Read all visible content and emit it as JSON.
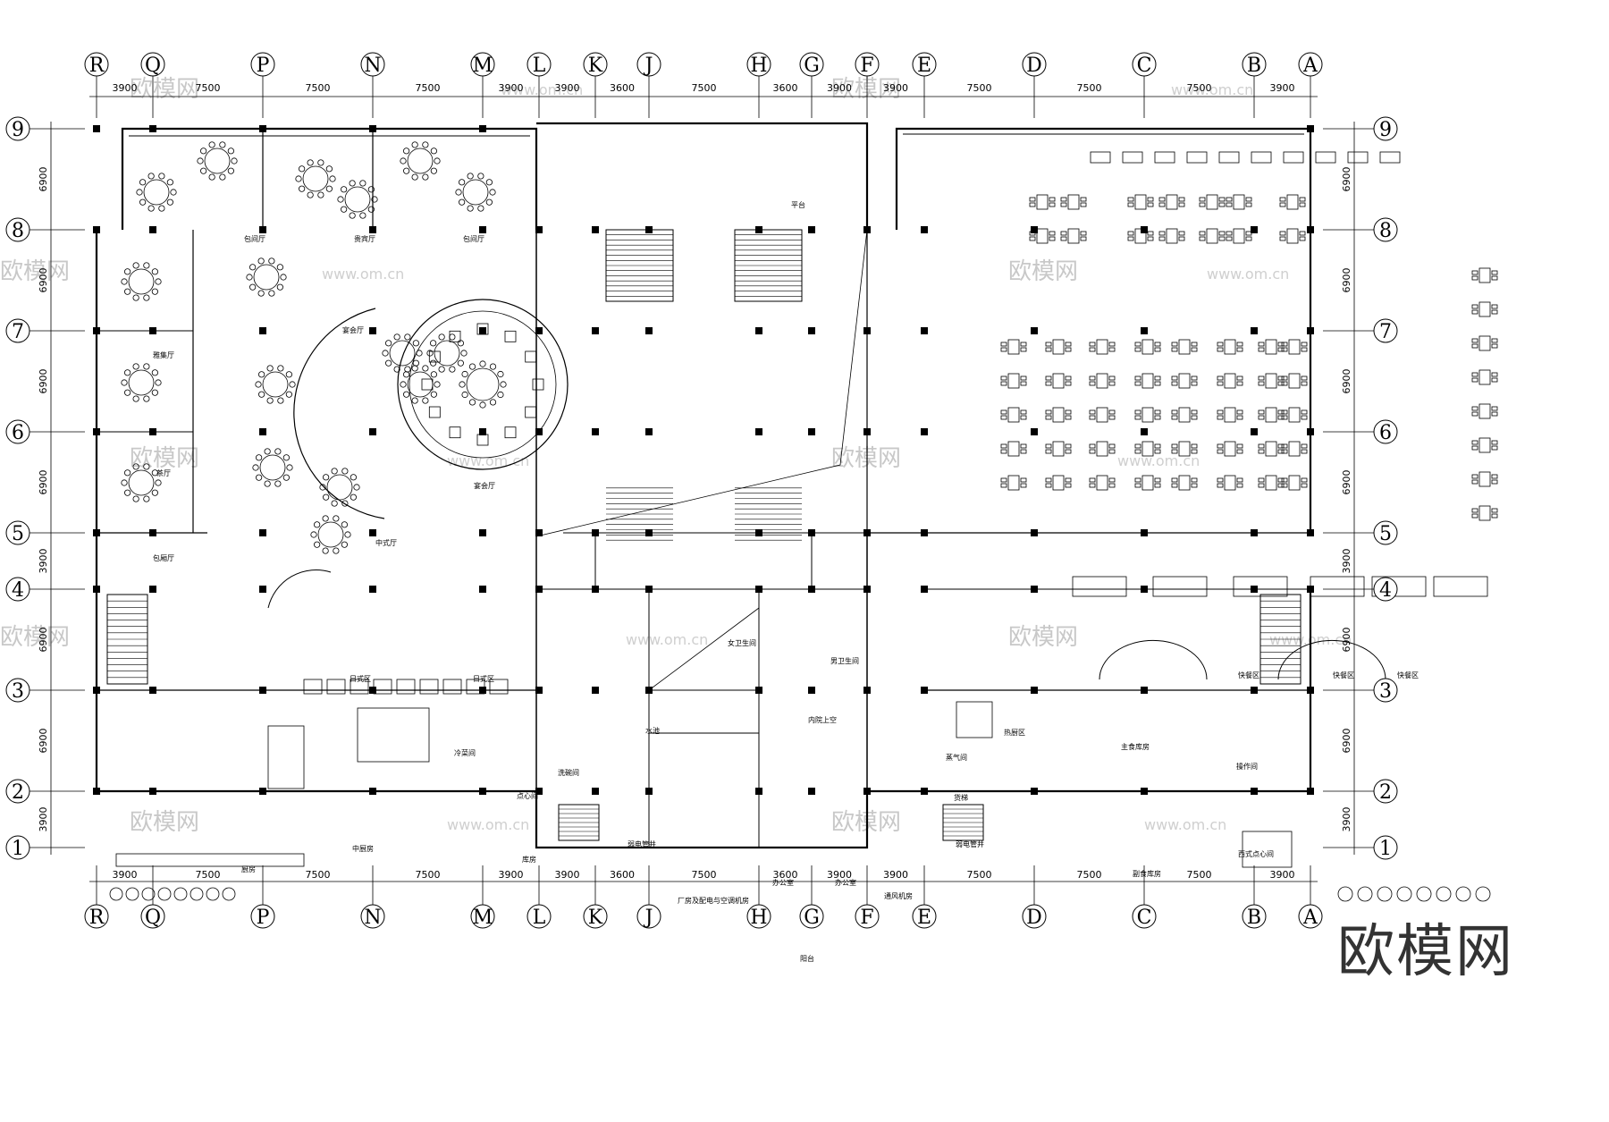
{
  "columns": [
    {
      "name": "R",
      "span": "3900"
    },
    {
      "name": "Q",
      "span": "7500"
    },
    {
      "name": "P",
      "span": "7500"
    },
    {
      "name": "N",
      "span": "7500"
    },
    {
      "name": "M",
      "span": "3900"
    },
    {
      "name": "L",
      "span": "3900"
    },
    {
      "name": "K",
      "span": "3600"
    },
    {
      "name": "J",
      "span": "7500"
    },
    {
      "name": "H",
      "span": "3600"
    },
    {
      "name": "G",
      "span": "3900"
    },
    {
      "name": "F",
      "span": "3900"
    },
    {
      "name": "E",
      "span": "7500"
    },
    {
      "name": "D",
      "span": "7500"
    },
    {
      "name": "C",
      "span": "7500"
    },
    {
      "name": "B",
      "span": "3900"
    },
    {
      "name": "A",
      "span": ""
    }
  ],
  "rows": [
    {
      "name": "9",
      "span": "6900"
    },
    {
      "name": "8",
      "span": "6900"
    },
    {
      "name": "7",
      "span": "6900"
    },
    {
      "name": "6",
      "span": "6900"
    },
    {
      "name": "5",
      "span": "3900"
    },
    {
      "name": "4",
      "span": "6900"
    },
    {
      "name": "3",
      "span": "6900"
    },
    {
      "name": "2",
      "span": "3900"
    },
    {
      "name": "1",
      "span": ""
    }
  ],
  "rooms": {
    "platform": "平台",
    "private1": "包间厅",
    "private2": "贵宾厅",
    "private3": "包间厅",
    "private4": "雅集厅",
    "private5": "茶厅",
    "private6": "包厢厅",
    "private7": "宴会厅",
    "private8": "中式厅",
    "banquet": "宴会厅",
    "atrium": "内院上空",
    "japanese1": "日式区",
    "japanese2": "日式区",
    "kitchen": "厨房",
    "prep": "中厨房",
    "dessert": "点心间",
    "wash": "洗碗间",
    "cold": "冷菜间",
    "storage": "库房",
    "office1": "办公室",
    "office2": "办公室",
    "balcony": "阳台",
    "machine": "通风机房",
    "equipment": "厂房及配电与空调机房",
    "restroom_w": "女卫生间",
    "restroom_m": "男卫生间",
    "staple": "主食库房",
    "western": "西式点心间",
    "cooking": "操作间",
    "fry": "热厨区",
    "bar": "快餐区",
    "bar2": "快餐区",
    "bar3": "快餐区",
    "grocery": "副食库房",
    "elevator": "货梯",
    "steam": "蒸气间",
    "water": "水池",
    "shaft1": "弱电管井",
    "shaft2": "弱电管井"
  },
  "watermark": {
    "logo": "欧模网",
    "url": "www.om.cn"
  }
}
